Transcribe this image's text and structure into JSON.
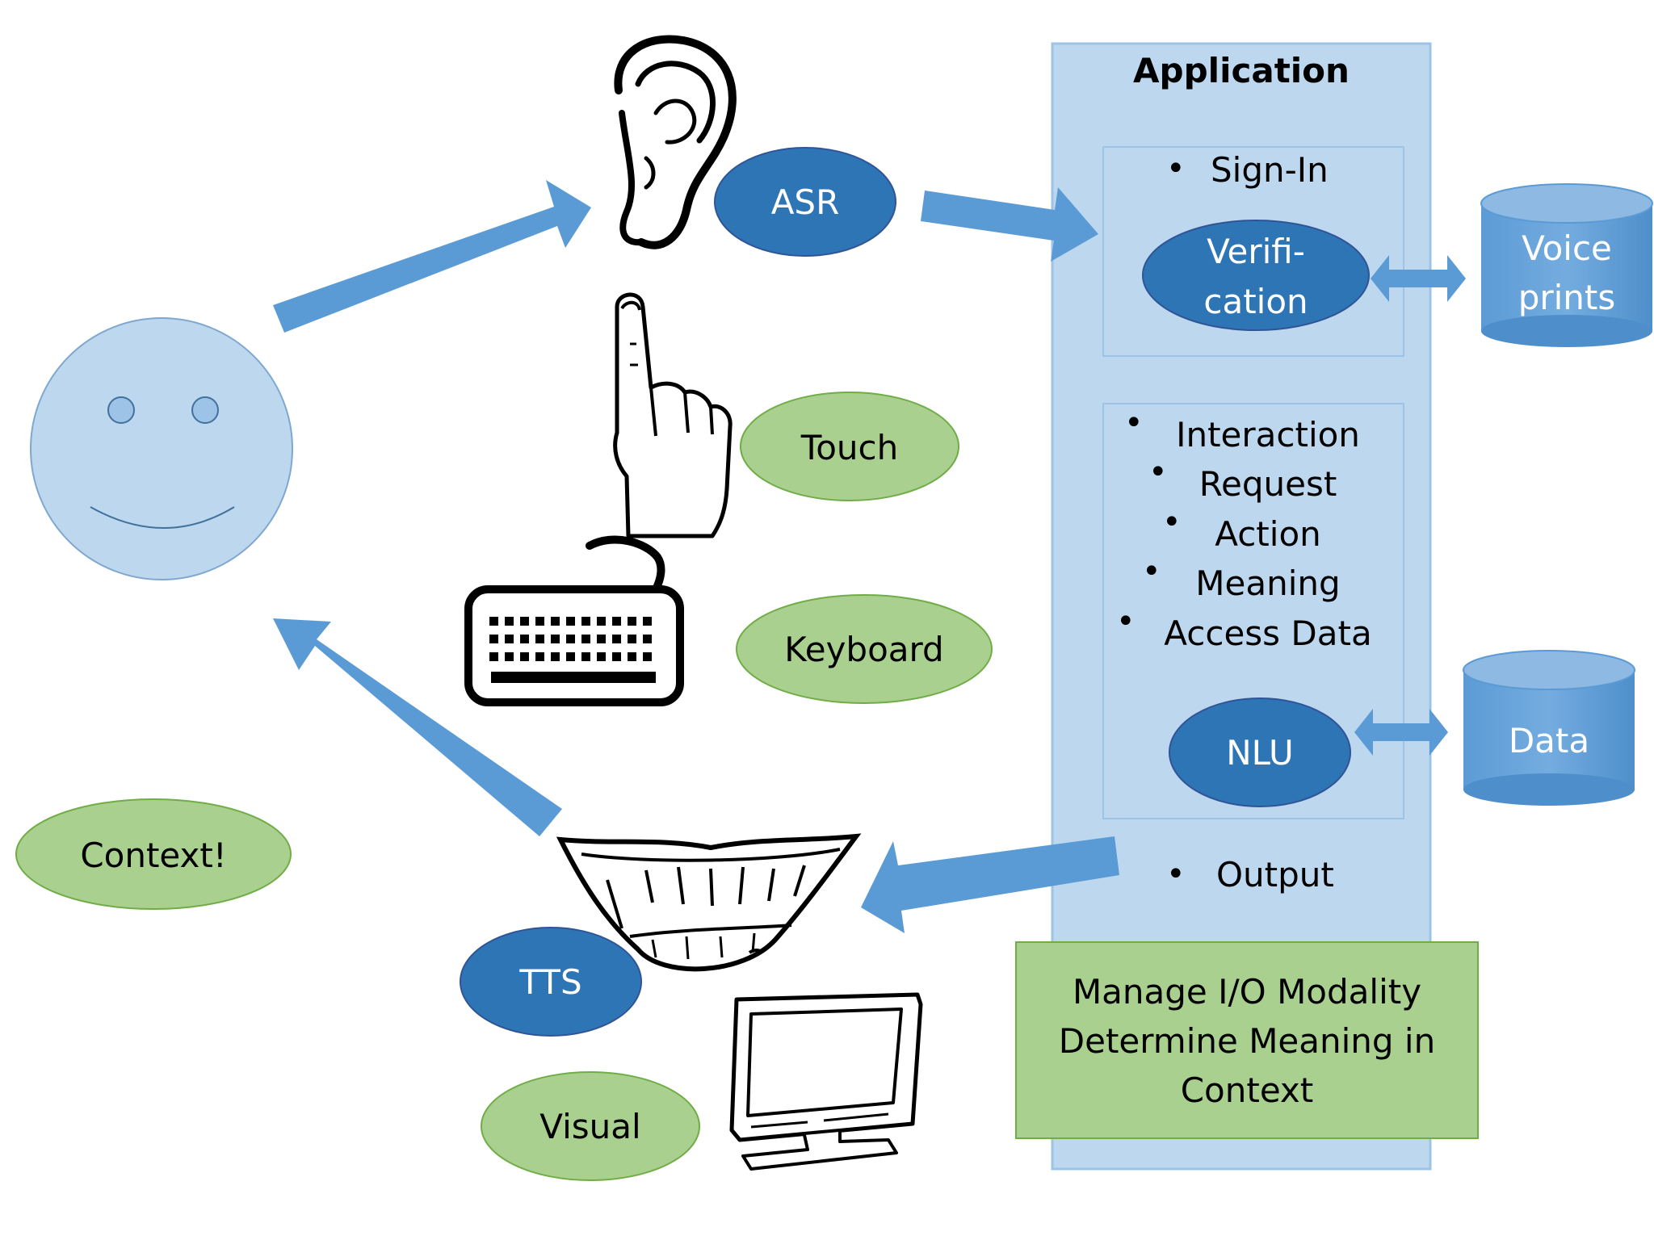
{
  "application": {
    "title": "Application",
    "signin": {
      "items": [
        "Sign-In"
      ],
      "verification": [
        "Verifi-",
        "cation"
      ]
    },
    "interaction": {
      "items": [
        "Interaction",
        "Request",
        "Action",
        "Meaning",
        "Access Data"
      ],
      "nlu": "NLU"
    },
    "output": "Output",
    "manage": [
      "Manage I/O Modality",
      "Determine Meaning in",
      "Context"
    ]
  },
  "stores": {
    "voiceprints": [
      "Voice",
      "prints"
    ],
    "data": "Data"
  },
  "inputs": {
    "asr": "ASR",
    "touch": "Touch",
    "keyboard": "Keyboard"
  },
  "outputs": {
    "tts": "TTS",
    "visual": "Visual"
  },
  "context": "Context!",
  "icons": [
    "smiley-face-icon",
    "ear-icon",
    "pointing-finger-icon",
    "keyboard-icon",
    "smiling-mouth-icon",
    "monitor-icon",
    "database-icon"
  ],
  "colors": {
    "light_blue": "#BDD7EE",
    "dark_blue": "#2E75B6",
    "arrow_blue": "#5B9BD5",
    "green": "#A9D08E",
    "face_fill": "#BDD7EE"
  }
}
